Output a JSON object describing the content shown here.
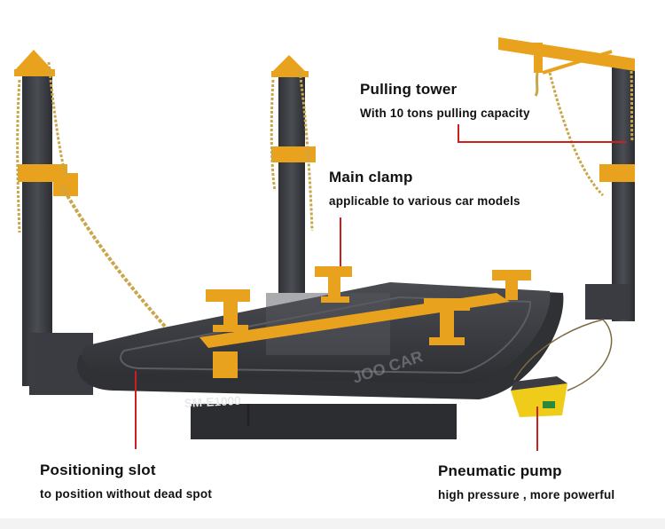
{
  "product": {
    "model": "SM-E1000",
    "watermark": "JOO CAR"
  },
  "callouts": {
    "pulling_tower": {
      "title": "Pulling tower",
      "subtitle": "With 10 tons pulling capacity"
    },
    "main_clamp": {
      "title": "Main clamp",
      "subtitle": "applicable to various car models"
    },
    "positioning_slot": {
      "title": "Positioning slot",
      "subtitle": "to position without dead spot"
    },
    "pneumatic_pump": {
      "title": "Pneumatic pump",
      "subtitle": "high pressure , more powerful"
    }
  },
  "colors": {
    "frame": "#3b3d42",
    "accent": "#e9a21e",
    "chain": "#c9a64a",
    "leader": "#cc1f1f"
  }
}
